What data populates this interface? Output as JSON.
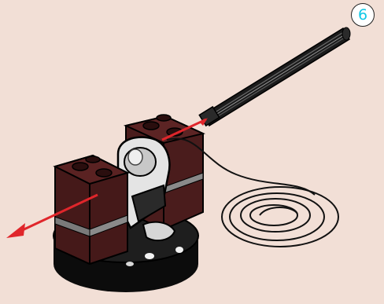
{
  "instruction_step": {
    "step_number": "6",
    "badge_number_color": "#10c8e6"
  },
  "illustration": {
    "subject": "lego-winch-assembly-with-string",
    "parts": [
      "dark-red-bricks",
      "grey-winch-drum",
      "black-round-base",
      "black-axle",
      "black-string-coil"
    ],
    "arrow_color": "#e0262b",
    "brick_color": "#4a1c1c",
    "base_color": "#111111",
    "background_color": "#f2dfd6"
  }
}
